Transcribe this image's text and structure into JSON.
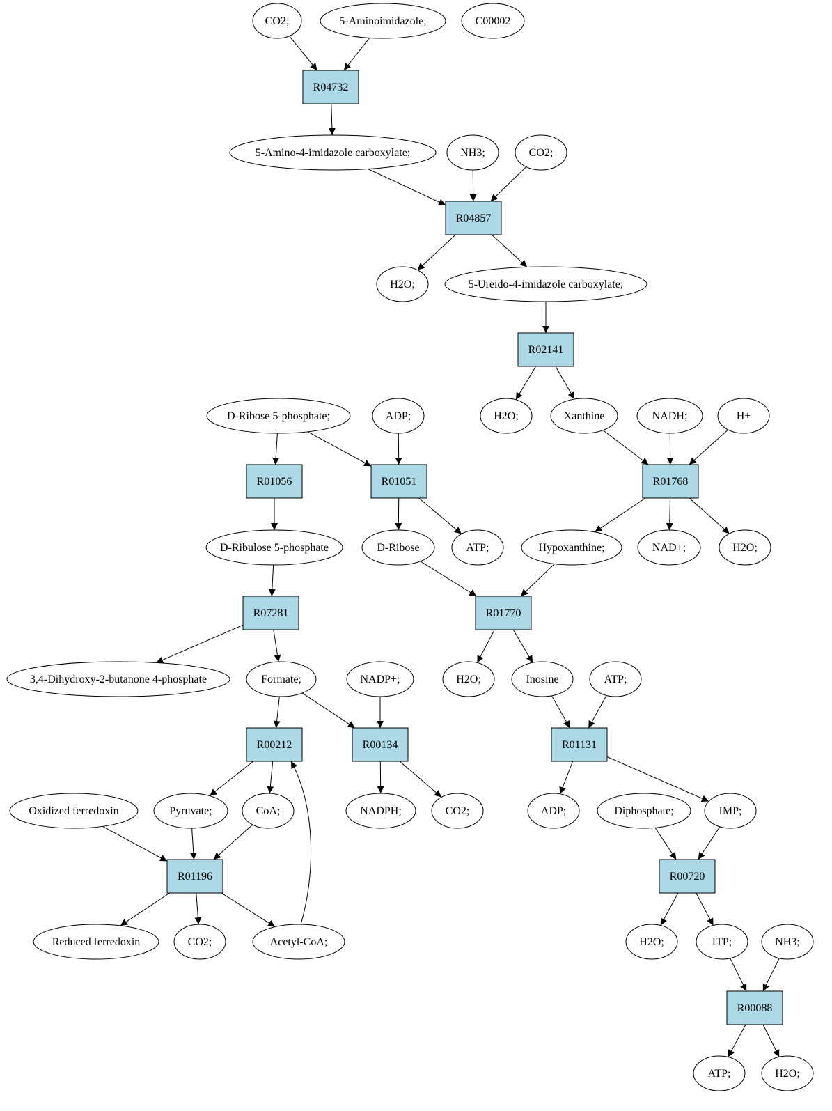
{
  "colors": {
    "reaction_fill": "#add8e6",
    "compound_fill": "#ffffff",
    "start_fill": "#00ff00",
    "highlight_fill": "#ffff00",
    "edge": "#000000"
  },
  "nodes": [
    {
      "id": "co2_a",
      "type": "compound",
      "label": "CO2;"
    },
    {
      "id": "aminoimidazole",
      "type": "compound",
      "label": "5-Aminoimidazole;"
    },
    {
      "id": "c00002",
      "type": "compound",
      "label": "C00002",
      "color": "yellow"
    },
    {
      "id": "R04732",
      "type": "reaction",
      "label": "R04732"
    },
    {
      "id": "aica",
      "type": "compound",
      "label": "5-Amino-4-imidazole carboxylate;"
    },
    {
      "id": "nh3_a",
      "type": "compound",
      "label": "NH3;"
    },
    {
      "id": "co2_b",
      "type": "compound",
      "label": "CO2;"
    },
    {
      "id": "R04857",
      "type": "reaction",
      "label": "R04857"
    },
    {
      "id": "h2o_a",
      "type": "compound",
      "label": "H2O;"
    },
    {
      "id": "ureido",
      "type": "compound",
      "label": "5-Ureido-4-imidazole carboxylate;"
    },
    {
      "id": "R02141",
      "type": "reaction",
      "label": "R02141"
    },
    {
      "id": "r5p",
      "type": "compound",
      "label": "D-Ribose 5-phosphate;",
      "color": "green"
    },
    {
      "id": "adp_a",
      "type": "compound",
      "label": "ADP;"
    },
    {
      "id": "h2o_b",
      "type": "compound",
      "label": "H2O;"
    },
    {
      "id": "xanthine",
      "type": "compound",
      "label": "Xanthine"
    },
    {
      "id": "nadh",
      "type": "compound",
      "label": "NADH;"
    },
    {
      "id": "hplus",
      "type": "compound",
      "label": "H+"
    },
    {
      "id": "R01056",
      "type": "reaction",
      "label": "R01056"
    },
    {
      "id": "R01051",
      "type": "reaction",
      "label": "R01051"
    },
    {
      "id": "R01768",
      "type": "reaction",
      "label": "R01768"
    },
    {
      "id": "ru5p",
      "type": "compound",
      "label": "D-Ribulose 5-phosphate"
    },
    {
      "id": "dribose",
      "type": "compound",
      "label": "D-Ribose"
    },
    {
      "id": "atp_a",
      "type": "compound",
      "label": "ATP;"
    },
    {
      "id": "hypox",
      "type": "compound",
      "label": "Hypoxanthine;"
    },
    {
      "id": "nadplus",
      "type": "compound",
      "label": "NAD+;"
    },
    {
      "id": "h2o_c",
      "type": "compound",
      "label": "H2O;"
    },
    {
      "id": "R07281",
      "type": "reaction",
      "label": "R07281"
    },
    {
      "id": "R01770",
      "type": "reaction",
      "label": "R01770"
    },
    {
      "id": "dhbp",
      "type": "compound",
      "label": "3,4-Dihydroxy-2-butanone 4-phosphate"
    },
    {
      "id": "formate",
      "type": "compound",
      "label": "Formate;"
    },
    {
      "id": "nadpplus",
      "type": "compound",
      "label": "NADP+;"
    },
    {
      "id": "h2o_d",
      "type": "compound",
      "label": "H2O;"
    },
    {
      "id": "inosine",
      "type": "compound",
      "label": "Inosine"
    },
    {
      "id": "atp_b",
      "type": "compound",
      "label": "ATP;"
    },
    {
      "id": "R00212",
      "type": "reaction",
      "label": "R00212"
    },
    {
      "id": "R00134",
      "type": "reaction",
      "label": "R00134"
    },
    {
      "id": "R01131",
      "type": "reaction",
      "label": "R01131"
    },
    {
      "id": "oxfd",
      "type": "compound",
      "label": "Oxidized ferredoxin"
    },
    {
      "id": "pyruvate",
      "type": "compound",
      "label": "Pyruvate;"
    },
    {
      "id": "coa",
      "type": "compound",
      "label": "CoA;"
    },
    {
      "id": "nadph",
      "type": "compound",
      "label": "NADPH;"
    },
    {
      "id": "co2_c",
      "type": "compound",
      "label": "CO2;"
    },
    {
      "id": "adp_b",
      "type": "compound",
      "label": "ADP;"
    },
    {
      "id": "diphos",
      "type": "compound",
      "label": "Diphosphate;"
    },
    {
      "id": "imp",
      "type": "compound",
      "label": "IMP;"
    },
    {
      "id": "R01196",
      "type": "reaction",
      "label": "R01196"
    },
    {
      "id": "R00720",
      "type": "reaction",
      "label": "R00720"
    },
    {
      "id": "redfd",
      "type": "compound",
      "label": "Reduced ferredoxin"
    },
    {
      "id": "co2_d",
      "type": "compound",
      "label": "CO2;"
    },
    {
      "id": "acetylcoa",
      "type": "compound",
      "label": "Acetyl-CoA;"
    },
    {
      "id": "h2o_e",
      "type": "compound",
      "label": "H2O;"
    },
    {
      "id": "itp",
      "type": "compound",
      "label": "ITP;"
    },
    {
      "id": "nh3_b",
      "type": "compound",
      "label": "NH3;"
    },
    {
      "id": "R00088",
      "type": "reaction",
      "label": "R00088"
    },
    {
      "id": "atp_c",
      "type": "compound",
      "label": "ATP;"
    },
    {
      "id": "h2o_f",
      "type": "compound",
      "label": "H2O;"
    }
  ],
  "edges": [
    [
      "co2_a",
      "R04732"
    ],
    [
      "aminoimidazole",
      "R04732"
    ],
    [
      "R04732",
      "aica"
    ],
    [
      "aica",
      "R04857"
    ],
    [
      "nh3_a",
      "R04857"
    ],
    [
      "co2_b",
      "R04857"
    ],
    [
      "R04857",
      "h2o_a"
    ],
    [
      "R04857",
      "ureido"
    ],
    [
      "ureido",
      "R02141"
    ],
    [
      "R02141",
      "h2o_b"
    ],
    [
      "R02141",
      "xanthine"
    ],
    [
      "xanthine",
      "R01768"
    ],
    [
      "nadh",
      "R01768"
    ],
    [
      "hplus",
      "R01768"
    ],
    [
      "R01768",
      "hypox"
    ],
    [
      "R01768",
      "nadplus"
    ],
    [
      "R01768",
      "h2o_c"
    ],
    [
      "r5p",
      "R01056"
    ],
    [
      "r5p",
      "R01051"
    ],
    [
      "adp_a",
      "R01051"
    ],
    [
      "R01056",
      "ru5p"
    ],
    [
      "R01051",
      "dribose"
    ],
    [
      "R01051",
      "atp_a"
    ],
    [
      "ru5p",
      "R07281"
    ],
    [
      "R07281",
      "dhbp"
    ],
    [
      "R07281",
      "formate"
    ],
    [
      "dribose",
      "R01770"
    ],
    [
      "hypox",
      "R01770"
    ],
    [
      "R01770",
      "h2o_d"
    ],
    [
      "R01770",
      "inosine"
    ],
    [
      "formate",
      "R00212"
    ],
    [
      "formate",
      "R00134"
    ],
    [
      "nadpplus",
      "R00134"
    ],
    [
      "inosine",
      "R01131"
    ],
    [
      "atp_b",
      "R01131"
    ],
    [
      "R00212",
      "pyruvate"
    ],
    [
      "R00212",
      "coa"
    ],
    [
      "R00134",
      "nadph"
    ],
    [
      "R00134",
      "co2_c"
    ],
    [
      "R01131",
      "adp_b"
    ],
    [
      "R01131",
      "imp"
    ],
    [
      "oxfd",
      "R01196"
    ],
    [
      "pyruvate",
      "R01196"
    ],
    [
      "coa",
      "R01196"
    ],
    [
      "R01196",
      "redfd"
    ],
    [
      "R01196",
      "co2_d"
    ],
    [
      "R01196",
      "acetylcoa"
    ],
    [
      "acetylcoa",
      "R00212"
    ],
    [
      "diphos",
      "R00720"
    ],
    [
      "imp",
      "R00720"
    ],
    [
      "R00720",
      "h2o_e"
    ],
    [
      "R00720",
      "itp"
    ],
    [
      "itp",
      "R00088"
    ],
    [
      "nh3_b",
      "R00088"
    ],
    [
      "R00088",
      "atp_c"
    ],
    [
      "R00088",
      "h2o_f"
    ]
  ]
}
